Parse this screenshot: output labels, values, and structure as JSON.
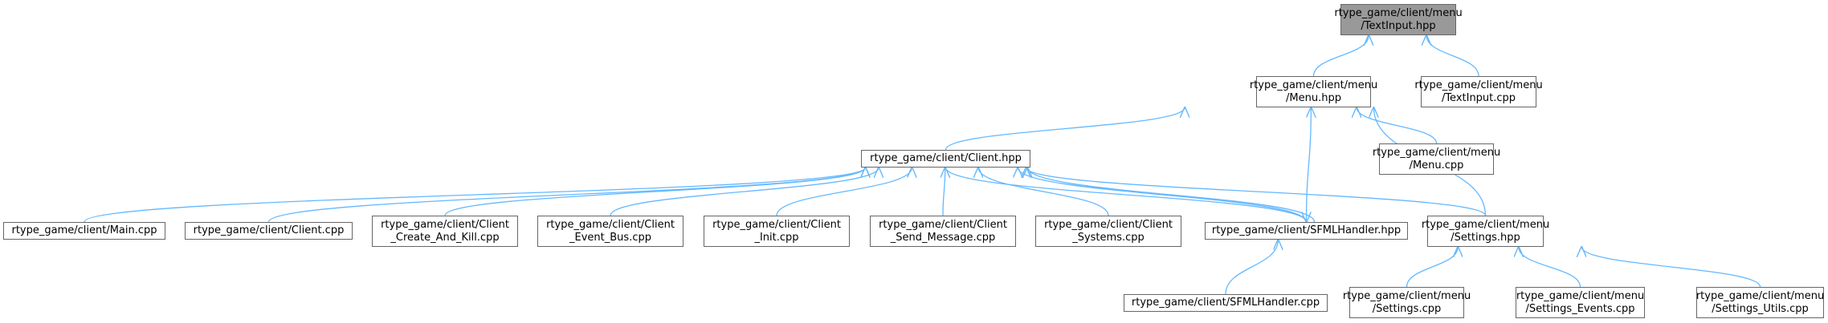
{
  "colors": {
    "edge": "#63b8ff",
    "node_border": "#666666",
    "current_fill": "#999999"
  },
  "nodes": {
    "textinput_hpp": [
      "rtype_game/client/menu",
      "/TextInput.hpp"
    ],
    "menu_hpp": [
      "rtype_game/client/menu",
      "/Menu.hpp"
    ],
    "textinput_cpp": [
      "rtype_game/client/menu",
      "/TextInput.cpp"
    ],
    "client_hpp": [
      "rtype_game/client/Client.hpp"
    ],
    "menu_cpp": [
      "rtype_game/client/menu",
      "/Menu.cpp"
    ],
    "main_cpp": [
      "rtype_game/client/Main.cpp"
    ],
    "client_cpp": [
      "rtype_game/client/Client.cpp"
    ],
    "create_kill_cpp": [
      "rtype_game/client/Client",
      "_Create_And_Kill.cpp"
    ],
    "event_bus_cpp": [
      "rtype_game/client/Client",
      "_Event_Bus.cpp"
    ],
    "init_cpp": [
      "rtype_game/client/Client",
      "_Init.cpp"
    ],
    "send_message_cpp": [
      "rtype_game/client/Client",
      "_Send_Message.cpp"
    ],
    "systems_cpp": [
      "rtype_game/client/Client",
      "_Systems.cpp"
    ],
    "sfmlhandler_hpp": [
      "rtype_game/client/SFMLHandler.hpp"
    ],
    "settings_hpp": [
      "rtype_game/client/menu",
      "/Settings.hpp"
    ],
    "sfmlhandler_cpp": [
      "rtype_game/client/SFMLHandler.cpp"
    ],
    "settings_cpp": [
      "rtype_game/client/menu",
      "/Settings.cpp"
    ],
    "settings_events_cpp": [
      "rtype_game/client/menu",
      "/Settings_Events.cpp"
    ],
    "settings_utils_cpp": [
      "rtype_game/client/menu",
      "/Settings_Utils.cpp"
    ]
  },
  "edges": [
    [
      "menu_hpp",
      "textinput_hpp"
    ],
    [
      "textinput_cpp",
      "textinput_hpp"
    ],
    [
      "client_hpp",
      "menu_hpp"
    ],
    [
      "menu_cpp",
      "menu_hpp"
    ],
    [
      "sfmlhandler_hpp",
      "menu_hpp"
    ],
    [
      "settings_hpp",
      "menu_hpp"
    ],
    [
      "main_cpp",
      "client_hpp"
    ],
    [
      "client_cpp",
      "client_hpp"
    ],
    [
      "create_kill_cpp",
      "client_hpp"
    ],
    [
      "event_bus_cpp",
      "client_hpp"
    ],
    [
      "init_cpp",
      "client_hpp"
    ],
    [
      "send_message_cpp",
      "client_hpp"
    ],
    [
      "systems_cpp",
      "client_hpp"
    ],
    [
      "sfmlhandler_hpp",
      "client_hpp"
    ],
    [
      "sfmlhandler_hpp",
      "client_hpp"
    ],
    [
      "settings_hpp",
      "client_hpp"
    ],
    [
      "client_hpp",
      "sfmlhandler_hpp"
    ],
    [
      "sfmlhandler_cpp",
      "sfmlhandler_hpp"
    ],
    [
      "settings_cpp",
      "settings_hpp"
    ],
    [
      "settings_events_cpp",
      "settings_hpp"
    ],
    [
      "settings_utils_cpp",
      "settings_hpp"
    ]
  ]
}
